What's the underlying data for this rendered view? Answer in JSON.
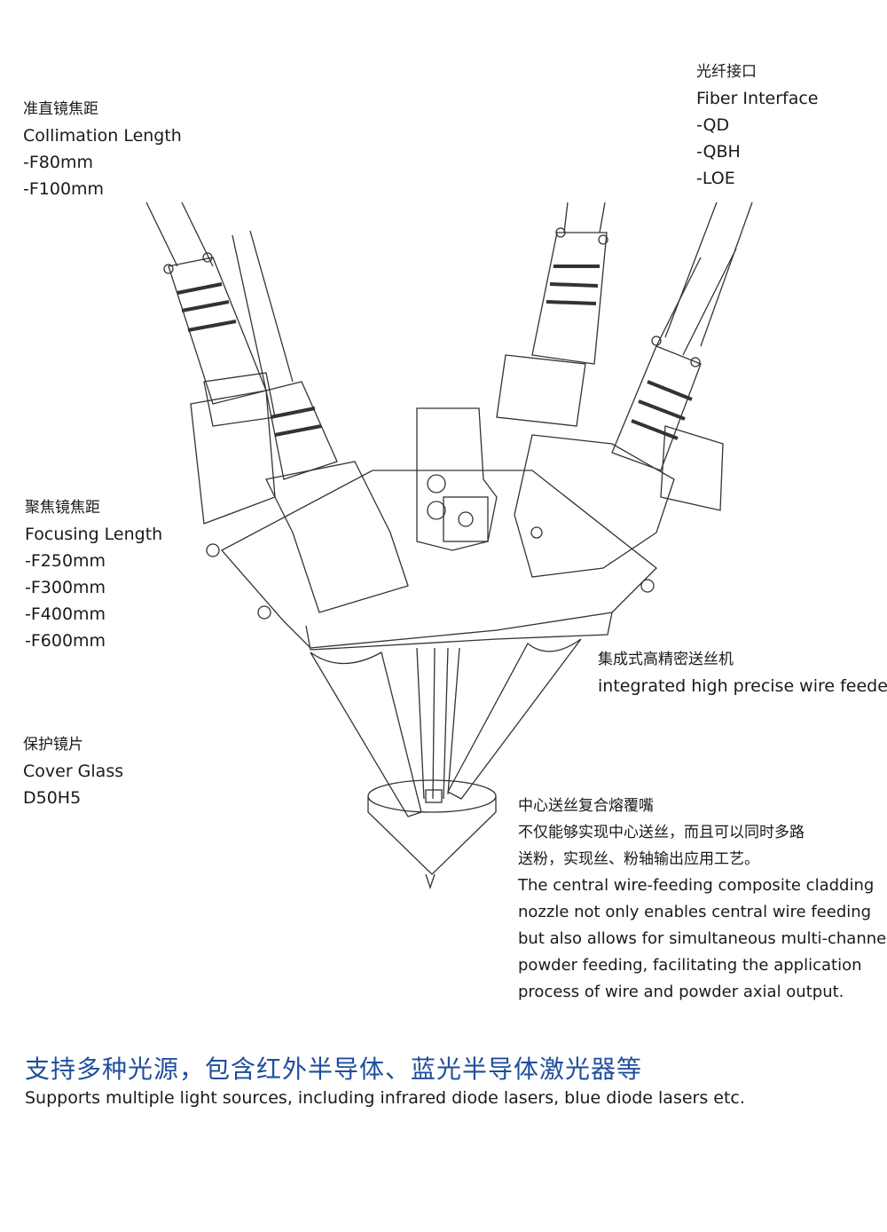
{
  "labels": {
    "collimation": {
      "cn": "准直镜焦距",
      "en": "Collimation Length",
      "items": [
        "-F80mm",
        "-F100mm"
      ]
    },
    "fiber": {
      "cn": "光纤接口",
      "en": "Fiber Interface",
      "items": [
        "-QD",
        "-QBH",
        "-LOE"
      ]
    },
    "focusing": {
      "cn": "聚焦镜焦距",
      "en": "Focusing Length",
      "items": [
        "-F250mm",
        "-F300mm",
        "-F400mm",
        "-F600mm"
      ]
    },
    "wire_feeder": {
      "cn": "集成式高精密送丝机",
      "en": "integrated high precise wire feeder"
    },
    "cover_glass": {
      "cn": "保护镜片",
      "en": "Cover Glass",
      "items": [
        "D50H5"
      ]
    },
    "nozzle": {
      "cn": [
        "中心送丝复合熔覆嘴",
        "不仅能够实现中心送丝，而且可以同时多路",
        "送粉，实现丝、粉轴输出应用工艺。"
      ],
      "en": [
        "The central wire-feeding composite cladding",
        "nozzle not only enables central wire feeding",
        "but also allows for simultaneous multi-channel",
        "powder feeding, facilitating the application",
        "process of wire and powder axial output."
      ]
    }
  },
  "footer": {
    "title_cn": "支持多种光源，包含红外半导体、蓝光半导体激光器等",
    "title_en": "Supports multiple light sources, including infrared diode lasers, blue diode lasers etc."
  },
  "colors": {
    "accent": "#1f4e9c",
    "line": "#333333"
  }
}
